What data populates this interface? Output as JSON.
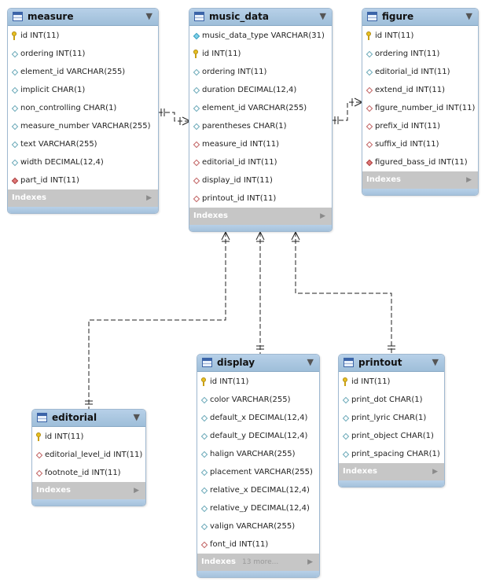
{
  "tables": {
    "measure": {
      "name": "measure",
      "indexes_label": "Indexes",
      "columns": [
        {
          "text": "id INT(11)",
          "icon": "primary-key-icon"
        },
        {
          "text": "ordering INT(11)",
          "icon": "column-icon"
        },
        {
          "text": "element_id VARCHAR(255)",
          "icon": "column-icon"
        },
        {
          "text": "implicit CHAR(1)",
          "icon": "column-icon"
        },
        {
          "text": "non_controlling CHAR(1)",
          "icon": "column-icon"
        },
        {
          "text": "measure_number VARCHAR(255)",
          "icon": "column-icon"
        },
        {
          "text": "text VARCHAR(255)",
          "icon": "column-icon"
        },
        {
          "text": "width DECIMAL(12,4)",
          "icon": "column-icon"
        },
        {
          "text": "part_id INT(11)",
          "icon": "foreign-key-not-null-icon"
        }
      ]
    },
    "music_data": {
      "name": "music_data",
      "indexes_label": "Indexes",
      "columns": [
        {
          "text": "music_data_type VARCHAR(31)",
          "icon": "not-null-column-icon"
        },
        {
          "text": "id INT(11)",
          "icon": "primary-key-icon"
        },
        {
          "text": "ordering INT(11)",
          "icon": "column-icon"
        },
        {
          "text": "duration DECIMAL(12,4)",
          "icon": "column-icon"
        },
        {
          "text": "element_id VARCHAR(255)",
          "icon": "column-icon"
        },
        {
          "text": "parentheses CHAR(1)",
          "icon": "column-icon"
        },
        {
          "text": "measure_id INT(11)",
          "icon": "foreign-key-icon"
        },
        {
          "text": "editorial_id INT(11)",
          "icon": "foreign-key-icon"
        },
        {
          "text": "display_id INT(11)",
          "icon": "foreign-key-icon"
        },
        {
          "text": "printout_id INT(11)",
          "icon": "foreign-key-icon"
        }
      ]
    },
    "figure": {
      "name": "figure",
      "indexes_label": "Indexes",
      "columns": [
        {
          "text": "id INT(11)",
          "icon": "primary-key-icon"
        },
        {
          "text": "ordering INT(11)",
          "icon": "column-icon"
        },
        {
          "text": "editorial_id INT(11)",
          "icon": "column-icon"
        },
        {
          "text": "extend_id INT(11)",
          "icon": "foreign-key-icon"
        },
        {
          "text": "figure_number_id INT(11)",
          "icon": "foreign-key-icon"
        },
        {
          "text": "prefix_id INT(11)",
          "icon": "foreign-key-icon"
        },
        {
          "text": "suffix_id INT(11)",
          "icon": "foreign-key-icon"
        },
        {
          "text": "figured_bass_id INT(11)",
          "icon": "foreign-key-not-null-icon"
        }
      ]
    },
    "editorial": {
      "name": "editorial",
      "indexes_label": "Indexes",
      "columns": [
        {
          "text": "id INT(11)",
          "icon": "primary-key-icon"
        },
        {
          "text": "editorial_level_id INT(11)",
          "icon": "foreign-key-icon"
        },
        {
          "text": "footnote_id INT(11)",
          "icon": "foreign-key-icon"
        }
      ]
    },
    "display": {
      "name": "display",
      "indexes_label": "Indexes",
      "more_label": "13 more...",
      "columns": [
        {
          "text": "id INT(11)",
          "icon": "primary-key-icon"
        },
        {
          "text": "color VARCHAR(255)",
          "icon": "column-icon"
        },
        {
          "text": "default_x DECIMAL(12,4)",
          "icon": "column-icon"
        },
        {
          "text": "default_y DECIMAL(12,4)",
          "icon": "column-icon"
        },
        {
          "text": "halign VARCHAR(255)",
          "icon": "column-icon"
        },
        {
          "text": "placement VARCHAR(255)",
          "icon": "column-icon"
        },
        {
          "text": "relative_x DECIMAL(12,4)",
          "icon": "column-icon"
        },
        {
          "text": "relative_y DECIMAL(12,4)",
          "icon": "column-icon"
        },
        {
          "text": "valign VARCHAR(255)",
          "icon": "column-icon"
        },
        {
          "text": "font_id INT(11)",
          "icon": "foreign-key-icon"
        }
      ]
    },
    "printout": {
      "name": "printout",
      "indexes_label": "Indexes",
      "columns": [
        {
          "text": "id INT(11)",
          "icon": "primary-key-icon"
        },
        {
          "text": "print_dot CHAR(1)",
          "icon": "column-icon"
        },
        {
          "text": "print_lyric CHAR(1)",
          "icon": "column-icon"
        },
        {
          "text": "print_object CHAR(1)",
          "icon": "column-icon"
        },
        {
          "text": "print_spacing CHAR(1)",
          "icon": "column-icon"
        }
      ]
    }
  },
  "relationships": [
    {
      "from": "music_data",
      "to": "measure"
    },
    {
      "from": "figure",
      "to": "music_data"
    },
    {
      "from": "music_data",
      "to": "editorial"
    },
    {
      "from": "music_data",
      "to": "display"
    },
    {
      "from": "music_data",
      "to": "printout"
    }
  ]
}
